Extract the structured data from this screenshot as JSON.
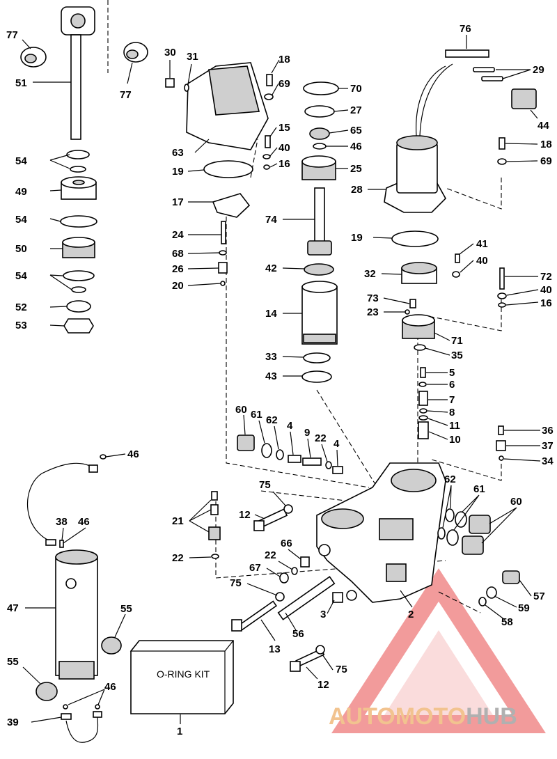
{
  "diagram": {
    "kit_label": "O-RING KIT",
    "watermark": {
      "prefix": "AUTO",
      "middle": "MOTO",
      "suffix": "HUB",
      "color_prefix": "#f2c38f",
      "color_middle": "#f2c38f",
      "color_suffix": "#b0b0b0",
      "logo_color": "#f08a8a"
    },
    "labels": {
      "l77a": "77",
      "l51": "51",
      "l77b": "77",
      "l54a": "54",
      "l49": "49",
      "l54b": "54",
      "l50": "50",
      "l54c": "54",
      "l52": "52",
      "l53": "53",
      "l30": "30",
      "l31": "31",
      "l18a": "18",
      "l69a": "69",
      "l63": "63",
      "l15": "15",
      "l40a": "40",
      "l16a": "16",
      "l19a": "19",
      "l17": "17",
      "l24": "24",
      "l68": "68",
      "l26": "26",
      "l20": "20",
      "l70": "70",
      "l27": "27",
      "l65": "65",
      "l46a": "46",
      "l25": "25",
      "l74": "74",
      "l42": "42",
      "l14": "14",
      "l33": "33",
      "l43": "43",
      "l76": "76",
      "l29": "29",
      "l44": "44",
      "l18b": "18",
      "l69b": "69",
      "l28": "28",
      "l19b": "19",
      "l41": "41",
      "l40b": "40",
      "l32": "32",
      "l72": "72",
      "l40c": "40",
      "l73": "73",
      "l16b": "16",
      "l23": "23",
      "l71": "71",
      "l35": "35",
      "l5": "5",
      "l6": "6",
      "l7": "7",
      "l8": "8",
      "l11": "11",
      "l10": "10",
      "l36": "36",
      "l37": "37",
      "l34": "34",
      "l60a": "60",
      "l61a": "61",
      "l62a": "62",
      "l4a": "4",
      "l9": "9",
      "l22a": "22",
      "l4b": "4",
      "l46b": "46",
      "l75a": "75",
      "l12a": "12",
      "l21": "21",
      "l22b": "22",
      "l62b": "62",
      "l61b": "61",
      "l60b": "60",
      "l38": "38",
      "l46c": "46",
      "l66": "66",
      "l22c": "22",
      "l67": "67",
      "l75b": "75",
      "l3": "3",
      "l2": "2",
      "l57": "57",
      "l59": "59",
      "l58": "58",
      "l47": "47",
      "l55a": "55",
      "l55b": "55",
      "l13": "13",
      "l56": "56",
      "l75c": "75",
      "l12b": "12",
      "l46d": "46",
      "l39": "39",
      "l1": "1"
    }
  }
}
